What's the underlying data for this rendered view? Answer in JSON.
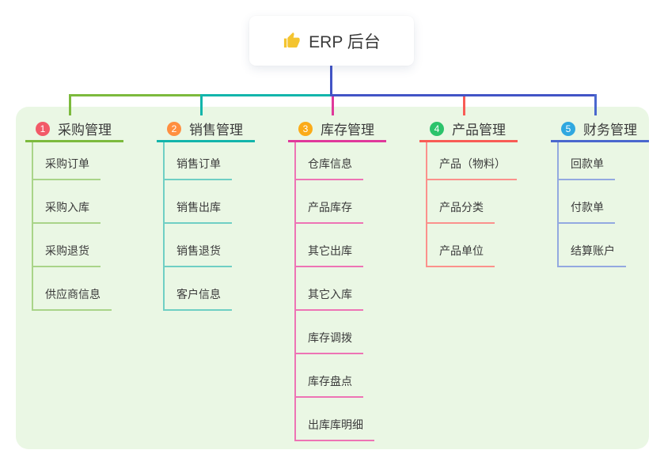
{
  "root": {
    "label": "ERP 后台",
    "icon": "thumbs-up-icon",
    "icon_color": "#f4c430",
    "connector_color": "#4254c6"
  },
  "canvas": {
    "panel_color": "#eaf7e4",
    "background_color": "#ffffff",
    "text_color": "#3b3b3b"
  },
  "branches": [
    {
      "number": "1",
      "title": "采购管理",
      "badge_color": "#f25a68",
      "line_color": "#7cba3d",
      "child_line_color": "#a9d489",
      "children": [
        "采购订单",
        "采购入库",
        "采购退货",
        "供应商信息"
      ]
    },
    {
      "number": "2",
      "title": "销售管理",
      "badge_color": "#ff8f40",
      "line_color": "#13b5ab",
      "child_line_color": "#6fcfc4",
      "children": [
        "销售订单",
        "销售出库",
        "销售退货",
        "客户信息"
      ]
    },
    {
      "number": "3",
      "title": "库存管理",
      "badge_color": "#fbab18",
      "line_color": "#e0399b",
      "child_line_color": "#ee74b5",
      "children": [
        "仓库信息",
        "产品库存",
        "其它出库",
        "其它入库",
        "库存调拨",
        "库存盘点",
        "出库库明细"
      ]
    },
    {
      "number": "4",
      "title": "产品管理",
      "badge_color": "#2cc36b",
      "line_color": "#f85c55",
      "child_line_color": "#fb918c",
      "children": [
        "产品（物料）",
        "产品分类",
        "产品单位"
      ]
    },
    {
      "number": "5",
      "title": "财务管理",
      "badge_color": "#30a8e0",
      "line_color": "#4a68ce",
      "child_line_color": "#93a9e0",
      "children": [
        "回款单",
        "付款单",
        "结算账户"
      ]
    }
  ]
}
